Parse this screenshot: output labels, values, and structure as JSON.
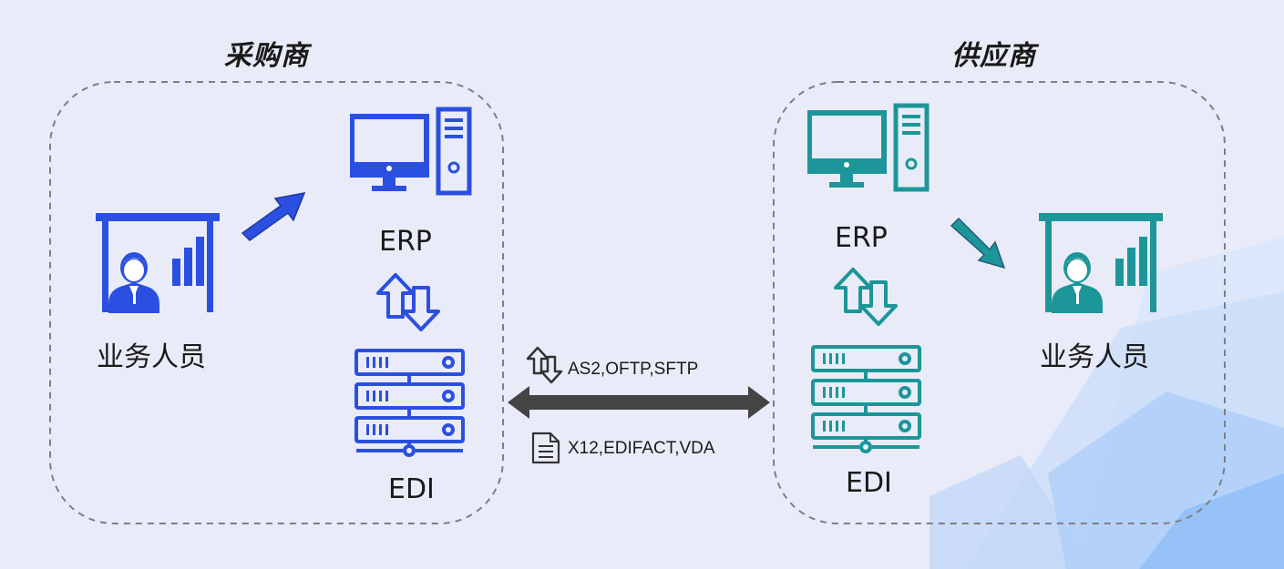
{
  "buyer": {
    "title": "采购商",
    "staff_label": "业务人员",
    "erp_label": "ERP",
    "edi_label": "EDI",
    "color": "#2b4fe0"
  },
  "supplier": {
    "title": "供应商",
    "staff_label": "业务人员",
    "erp_label": "ERP",
    "edi_label": "EDI",
    "color": "#1c9699"
  },
  "exchange": {
    "protocols": "AS2,OFTP,SFTP",
    "formats": "X12,EDIFACT,VDA",
    "arrow_color": "#444444"
  }
}
